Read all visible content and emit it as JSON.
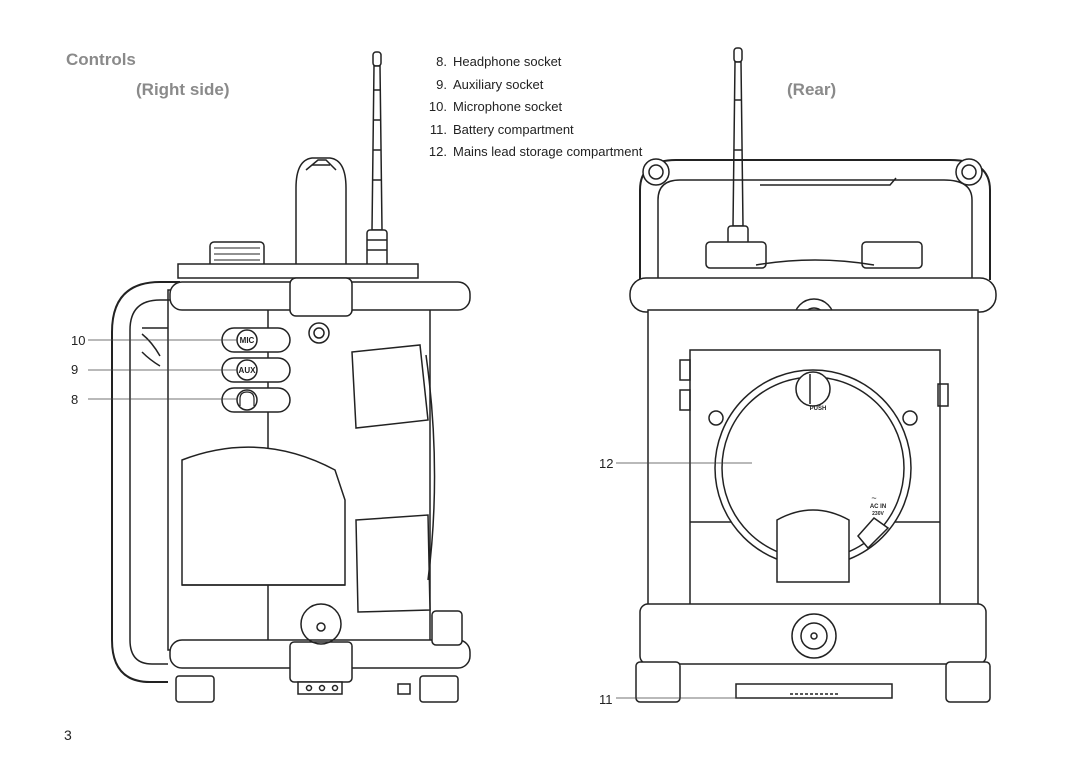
{
  "page": {
    "section_title": "Controls",
    "right_view_title": "(Right side)",
    "rear_view_title": "(Rear)",
    "page_number": "3"
  },
  "legend": [
    {
      "num": "8.",
      "label": "Headphone  socket"
    },
    {
      "num": "9.",
      "label": "Auxiliary  socket"
    },
    {
      "num": "10.",
      "label": "Microphone  socket"
    },
    {
      "num": "11.",
      "label": "Battery  compartment"
    },
    {
      "num": "12.",
      "label": "Mains lead storage compartment"
    }
  ],
  "callouts": {
    "mic": "10",
    "aux": "9",
    "headphone": "8",
    "lead_storage": "12",
    "battery": "11"
  },
  "device_labels": {
    "mic": "MIC",
    "aux": "AUX",
    "push": "PUSH",
    "ac_in": "AC IN",
    "voltage": "230V"
  }
}
